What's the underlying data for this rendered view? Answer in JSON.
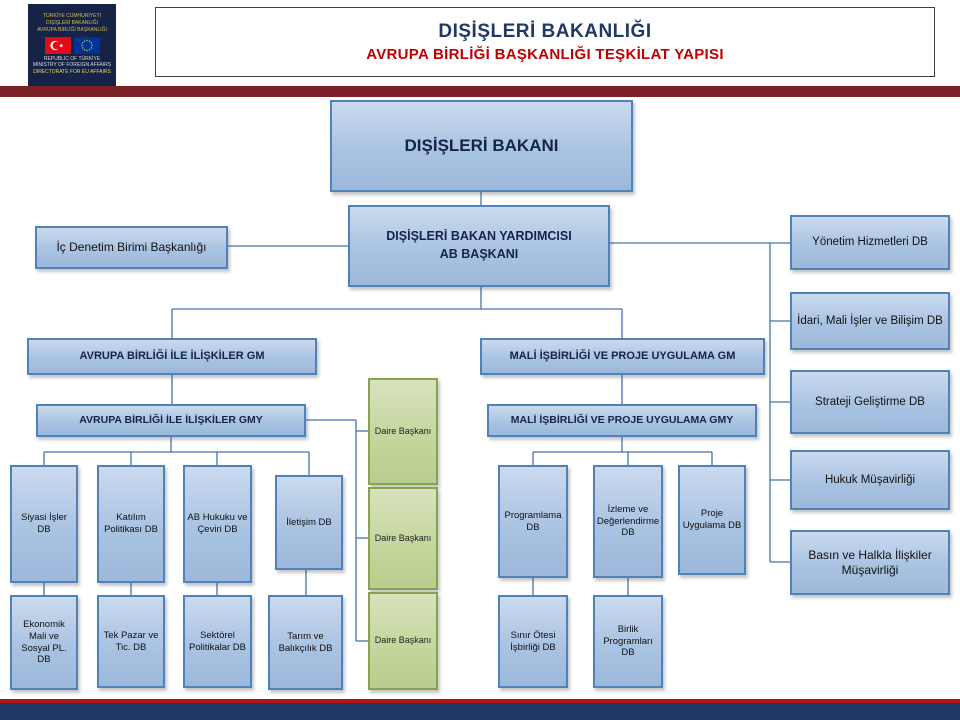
{
  "header": {
    "title": "DIŞİŞLERİ BAKANLIĞI",
    "subtitle": "AVRUPA BİRLİĞİ BAŞKANLIĞI TEŞKİLAT YAPISI",
    "logo": {
      "top_lines": [
        "TÜRKİYE CUMHURİYETİ",
        "DIŞİŞLERİ BAKANLIĞI",
        "AVRUPA BİRLİĞİ BAŞKANLIĞI"
      ],
      "bottom_lines": [
        "REPUBLIC OF TÜRKİYE",
        "MINISTRY OF FOREIGN AFFAIRS",
        "DIRECTORATE FOR EU AFFAIRS"
      ]
    }
  },
  "org": {
    "minister": "DIŞİŞLERİ BAKANI",
    "deputy": {
      "line1": "DIŞİŞLERİ BAKAN YARDIMCISI",
      "line2": "AB BAŞKANI"
    },
    "internal_audit": "İç Denetim Birimi Başkanlığı",
    "right_column": [
      "Yönetim Hizmetleri DB",
      "İdari, Mali İşler ve Bilişim DB",
      "Strateji Geliştirme DB",
      "Hukuk Müşavirliği",
      "Basın ve Halkla İlişkiler Müşavirliği"
    ],
    "eu_branch": {
      "gm": "AVRUPA BİRLİĞİ İLE İLİŞKİLER GM",
      "gmy": "AVRUPA BİRLİĞİ İLE İLİŞKİLER GMY",
      "departments_row1": [
        "Siyasi İşler DB",
        "Katılım Politikası DB",
        "AB Hukuku ve Çeviri DB",
        "İletişim DB"
      ],
      "departments_row2": [
        "Ekonomik Mali ve Sosyal PL. DB",
        "Tek Pazar ve Tic. DB",
        "Sektörel Politikalar DB",
        "Tarım ve Balıkçılık DB"
      ]
    },
    "daire_baskani": [
      "Daire Başkanı",
      "Daire Başkanı",
      "Daire Başkanı"
    ],
    "mali_branch": {
      "gm": "MALİ İŞBİRLİĞİ VE PROJE UYGULAMA GM",
      "gmy": "MALİ İŞBİRLİĞİ VE PROJE UYGULAMA GMY",
      "departments_row1": [
        "Programlama DB",
        "İzleme ve Değerlendirme DB",
        "Proje Uygulama DB"
      ],
      "departments_row2": [
        "Sınır Ötesi İşbirliği DB",
        "Birlik Programları DB"
      ]
    }
  },
  "colors": {
    "navy": "#1F3864",
    "red": "#C00000",
    "maroon_bar": "#7C2128",
    "box_fill": "#A9C3E2",
    "box_border": "#4F81BD",
    "green_fill": "#C3D69B",
    "green_border": "#8AA14F",
    "connector": "#4472A8"
  }
}
